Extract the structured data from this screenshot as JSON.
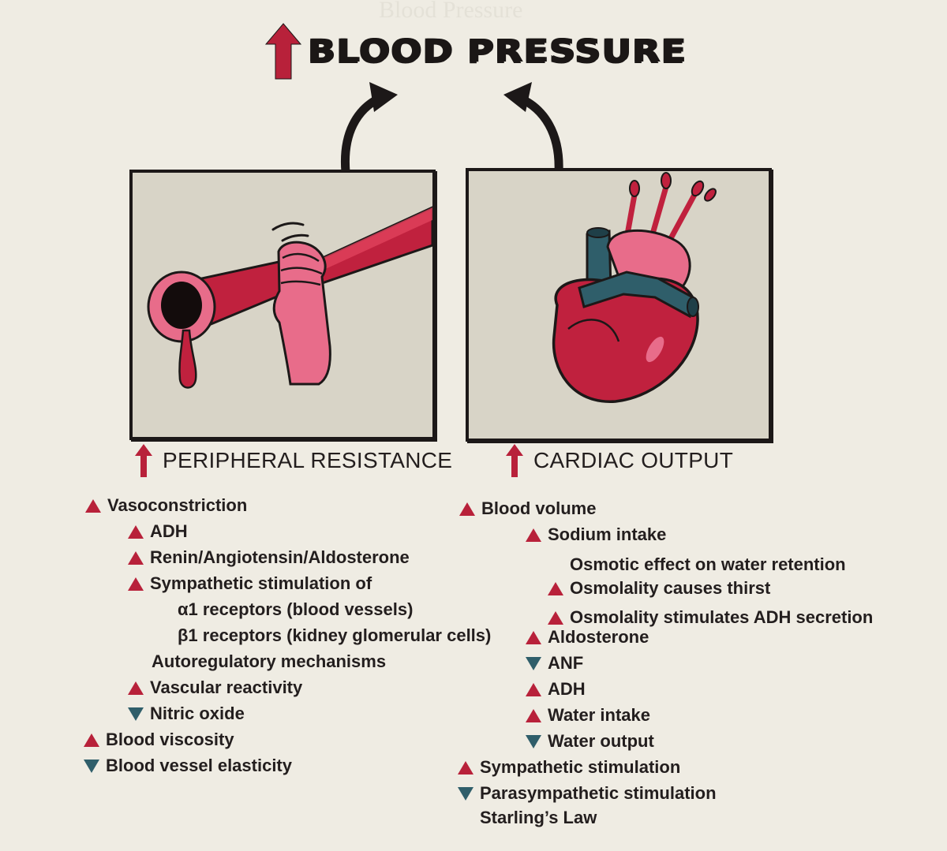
{
  "title": "BLOOD PRESSURE",
  "colors": {
    "accent_red": "#b8213a",
    "accent_teal": "#2f5e6a",
    "panel_bg": "#d8d4c7",
    "page_bg": "#efece3"
  },
  "left_label": "PERIPHERAL RESISTANCE",
  "right_label": "CARDIAC OUTPUT",
  "left_panel_image": "hand-squeezing-blood-vessel",
  "right_panel_image": "heart-pumping-blood",
  "left_list": [
    {
      "text": "Vasoconstriction",
      "marker": "up"
    },
    {
      "text": "ADH",
      "marker": "up"
    },
    {
      "text": "Renin/Angiotensin/Aldosterone",
      "marker": "up"
    },
    {
      "text": "Sympathetic stimulation of",
      "marker": "up"
    },
    {
      "text": "α1 receptors (blood vessels)",
      "marker": "none"
    },
    {
      "text": "β1 receptors (kidney glomerular cells)",
      "marker": "none"
    },
    {
      "text": "Autoregulatory mechanisms",
      "marker": "none"
    },
    {
      "text": "Vascular reactivity",
      "marker": "up"
    },
    {
      "text": "Nitric oxide",
      "marker": "down"
    },
    {
      "text": "Blood viscosity",
      "marker": "up"
    },
    {
      "text": "Blood vessel elasticity",
      "marker": "down"
    }
  ],
  "right_list": [
    {
      "text": "Blood volume",
      "marker": "up"
    },
    {
      "text": "Sodium intake",
      "marker": "up"
    },
    {
      "text": "Osmotic effect on water retention",
      "marker": "none"
    },
    {
      "text": "Osmolality causes thirst",
      "marker": "up"
    },
    {
      "text": "Osmolality stimulates ADH secretion",
      "marker": "up"
    },
    {
      "text": "Aldosterone",
      "marker": "up"
    },
    {
      "text": "ANF",
      "marker": "down"
    },
    {
      "text": "ADH",
      "marker": "up"
    },
    {
      "text": "Water intake",
      "marker": "up"
    },
    {
      "text": "Water output",
      "marker": "down"
    },
    {
      "text": "Sympathetic stimulation",
      "marker": "up"
    },
    {
      "text": "Parasympathetic stimulation",
      "marker": "down"
    },
    {
      "text": "Starling’s Law",
      "marker": "none"
    }
  ]
}
